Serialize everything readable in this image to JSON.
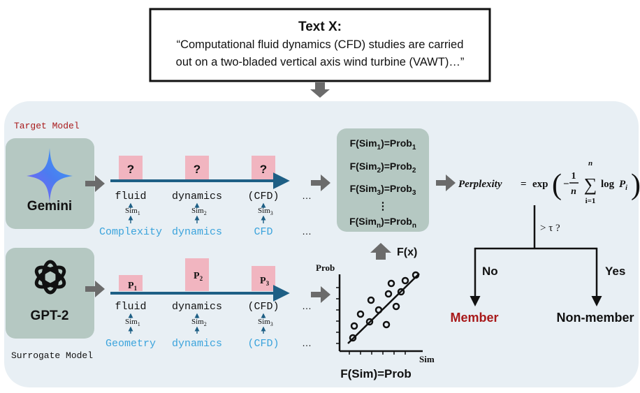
{
  "text_box": {
    "title": "Text  X:",
    "line1": "“Computational fluid dynamics (CFD) studies are carried",
    "line2": "out on a two-bladed vertical axis wind turbine (VAWT)…”"
  },
  "target": {
    "section_label": "Target Model",
    "model_name": "Gemini",
    "tokens": [
      "fluid",
      "dynamics",
      "(CFD)"
    ],
    "token_boxes": [
      "?",
      "?",
      "?"
    ],
    "sims": [
      "Sim",
      "Sim",
      "Sim"
    ],
    "sim_subs": [
      "1",
      "2",
      "3"
    ],
    "references": [
      "Complexity",
      "dynamics",
      "CFD"
    ],
    "ellipsis": "…"
  },
  "surrogate": {
    "section_label": "Surrogate Model",
    "model_name": "GPT-2",
    "tokens": [
      "fluid",
      "dynamics",
      "(CFD)"
    ],
    "prob_labels": [
      "P",
      "P",
      "P"
    ],
    "prob_subs": [
      "1",
      "2",
      "3"
    ],
    "sims": [
      "Sim",
      "Sim",
      "Sim"
    ],
    "sim_subs": [
      "1",
      "2",
      "3"
    ],
    "references": [
      "Geometry",
      "dynamics",
      "(CFD)"
    ],
    "ellipsis": "…"
  },
  "mapping_box": {
    "rows": [
      {
        "lhs": "F(Sim",
        "sub": "1",
        "mid": ")=Prob",
        "sub2": "1"
      },
      {
        "lhs": "F(Sim",
        "sub": "2",
        "mid": ")=Prob",
        "sub2": "2"
      },
      {
        "lhs": "F(Sim",
        "sub": "3",
        "mid": ")=Prob",
        "sub2": "3"
      },
      {
        "lhs": "F(Sim",
        "sub": "n",
        "mid": ")=Prob",
        "sub2": "n"
      }
    ],
    "vdots": "⋮"
  },
  "fx_label": "F(x)",
  "scatter": {
    "y_axis_label": "Prob",
    "x_axis_label": "Sim",
    "caption": "F(Sim)=Prob"
  },
  "perplexity": {
    "lhs": "Perplexity",
    "eq": "=",
    "exp": "exp",
    "minus": "−",
    "frac_num": "1",
    "frac_den": "n",
    "sum_top": "n",
    "sum_bottom": "i=1",
    "sum": "∑",
    "log": "log",
    "p": "P",
    "p_sub": "i"
  },
  "decision": {
    "threshold": "> τ ?",
    "no": "No",
    "yes": "Yes",
    "member": "Member",
    "non_member": "Non-member"
  },
  "colors": {
    "panel_bg": "#e8eff4",
    "model_card": "#b5c8c2",
    "token_box": "#f1b5c0",
    "timeline": "#1e5f85",
    "reference_text": "#3aa3dc",
    "member_red": "#a8191a",
    "arrow_grey": "#6b6b6b"
  },
  "icons": {
    "gemini": "gemini-sparkle-icon",
    "gpt2": "openai-knot-icon"
  }
}
